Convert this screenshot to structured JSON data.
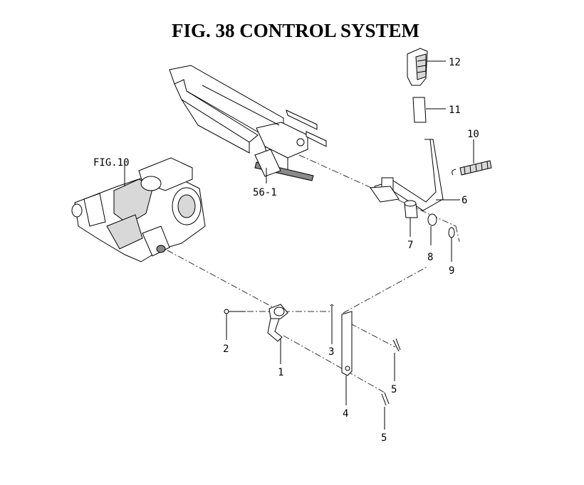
{
  "title": "FIG. 38  CONTROL SYSTEM",
  "refs": {
    "fig10": "FIG.10",
    "sub": "56-1"
  },
  "callouts": {
    "c1": "1",
    "c2": "2",
    "c3": "3",
    "c4": "4",
    "c5a": "5",
    "c5b": "5",
    "c6": "6",
    "c7": "7",
    "c8": "8",
    "c9": "9",
    "c10": "10",
    "c11": "11",
    "c12": "12"
  }
}
